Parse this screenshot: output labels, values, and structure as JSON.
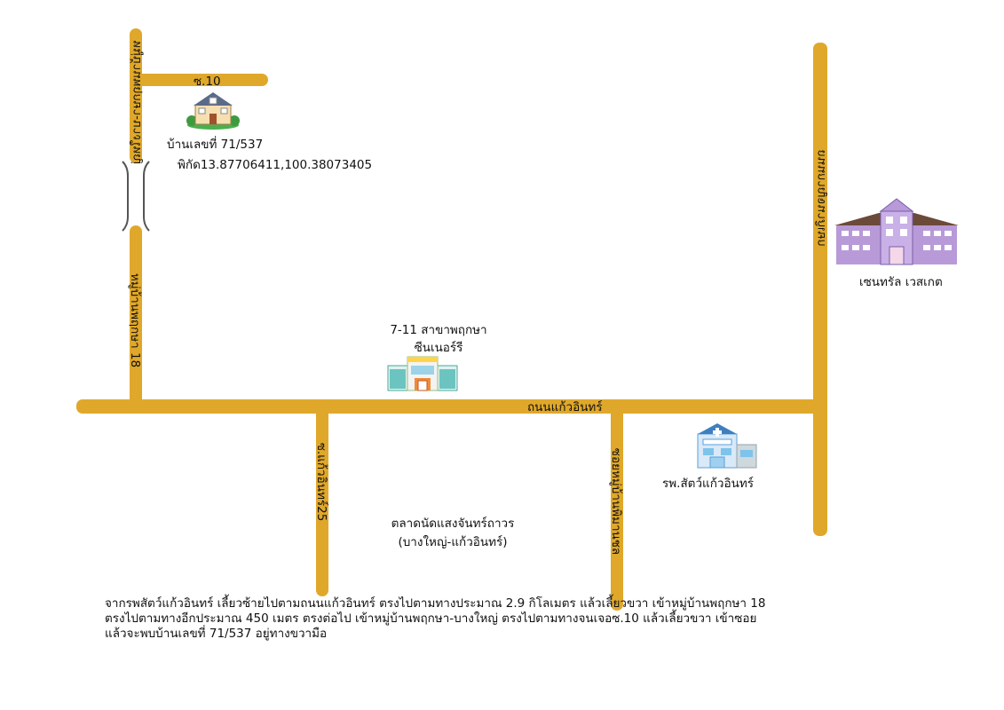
{
  "roads": {
    "main": "ถนนแก้วอินทร์",
    "soi10": "ซ.10",
    "moo_upper": "หมู่บ้านพฤกษา-บางใหญ่",
    "moo_lower": "หมู่บ้านพฤกษา 18",
    "soi25": "ซ.แก้วอินทร์25",
    "soi_moo": "ซอยหมู่บ้านพิมานชล",
    "east": "ถนนกาญจนาภิเษก"
  },
  "places": {
    "house_name": "บ้านเลขที่ 71/537",
    "house_coord": "พิกัด13.87706411,100.38073405",
    "seven_line1": "7-11 สาขาพฤกษา",
    "seven_line2": "ซีนเนอร์รี",
    "central": "เซนทรัล เวสเกต",
    "vet": "รพ.สัตว์แก้วอินทร์",
    "market_line1": "ตลาดนัดแสงจันทร์ถาวร",
    "market_line2": "(บางใหญ่-แก้วอินทร์)"
  },
  "directions": [
    "จากรพสัตว์แก้วอินทร์ เลี้ยวซ้ายไปตามถนนแก้วอินทร์ ตรงไปตามทางประมาณ 2.9 กิโลเมตร แล้วเลี้ยวขวา เข้าหมู่บ้านพฤกษา 18",
    "ตรงไปตามทางอีกประมาณ 450 เมตร ตรงต่อไป เข้าหมู่บ้านพฤกษา-บางใหญ่ ตรงไปตามทางจนเจอซ.10 แล้วเลี้ยวขวา เข้าซอย",
    "แล้วจะพบบ้านเลขที่ 71/537 อยู่ทางขวามือ"
  ],
  "icons": {
    "house": "house-icon",
    "store": "convenience-store-icon",
    "mall": "shopping-mall-icon",
    "hospital": "animal-hospital-icon",
    "bridge": "bridge-icon"
  },
  "colors": {
    "road": "#e0a82a",
    "mall": "#b89ad8",
    "hospital": "#5aa0d8"
  }
}
